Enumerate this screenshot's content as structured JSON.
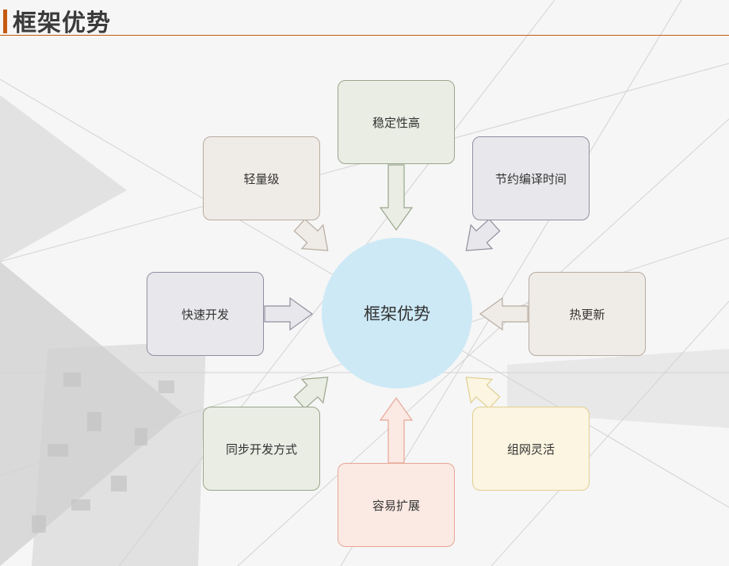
{
  "title": "框架优势",
  "center_label": "框架优势",
  "nodes": [
    {
      "id": "stability",
      "label": "稳定性高",
      "fill": "#e9ede4",
      "stroke": "#9aa68c"
    },
    {
      "id": "compile",
      "label": "节约编译时间",
      "fill": "#e8e8ec",
      "stroke": "#8f8f9f"
    },
    {
      "id": "hotupdate",
      "label": "热更新",
      "fill": "#efebe6",
      "stroke": "#b7aca1"
    },
    {
      "id": "network",
      "label": "组网灵活",
      "fill": "#fbf5e1",
      "stroke": "#e1cf92"
    },
    {
      "id": "extend",
      "label": "容易扩展",
      "fill": "#fbe9e3",
      "stroke": "#e6a797"
    },
    {
      "id": "sync",
      "label": "同步开发方式",
      "fill": "#e9ede4",
      "stroke": "#9aa68c"
    },
    {
      "id": "fastdev",
      "label": "快速开发",
      "fill": "#e8e8ec",
      "stroke": "#8f8f9f"
    },
    {
      "id": "light",
      "label": "轻量级",
      "fill": "#efebe6",
      "stroke": "#b7aca1"
    }
  ]
}
